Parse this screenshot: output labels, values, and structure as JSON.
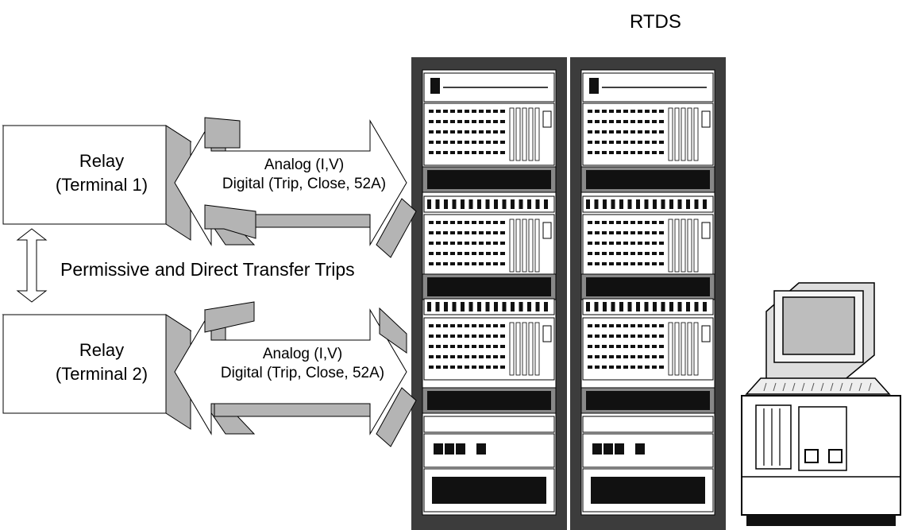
{
  "title": "RTDS",
  "relays": [
    {
      "name": "Relay",
      "terminal": "(Terminal 1)"
    },
    {
      "name": "Relay",
      "terminal": "(Terminal 2)"
    }
  ],
  "links": [
    {
      "line1": "Analog (I,V)",
      "line2": "Digital (Trip, Close, 52A)"
    },
    {
      "line1": "Analog (I,V)",
      "line2": "Digital (Trip, Close, 52A)"
    }
  ],
  "transfer_label": "Permissive and Direct Transfer Trips",
  "colors": {
    "rack": "#3c3c3c",
    "shade": "#b4b4b4",
    "light": "#e6e6e6",
    "face": "#ffffff"
  }
}
